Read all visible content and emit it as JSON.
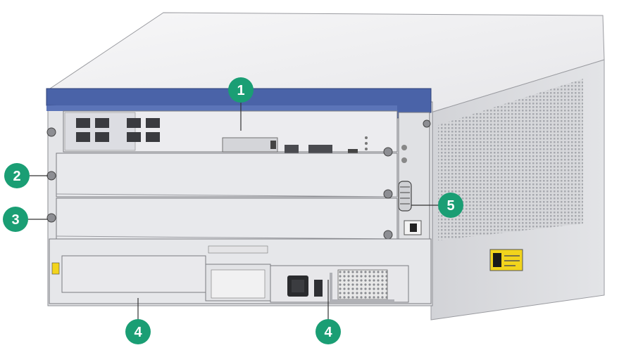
{
  "diagram": {
    "colors": {
      "callout": "#1a9e74",
      "leader": "#333333",
      "top_rail": "#4a63a8",
      "chassis_light": "#e9e9eb",
      "chassis_side": "#d9dadd",
      "chassis_top": "#f1f1f3",
      "warning_label": "#f2d41c"
    },
    "callouts": [
      {
        "id": "c1",
        "number": "1"
      },
      {
        "id": "c2",
        "number": "2"
      },
      {
        "id": "c3",
        "number": "3"
      },
      {
        "id": "c4a",
        "number": "4"
      },
      {
        "id": "c4b",
        "number": "4"
      },
      {
        "id": "c5",
        "number": "5"
      }
    ]
  }
}
